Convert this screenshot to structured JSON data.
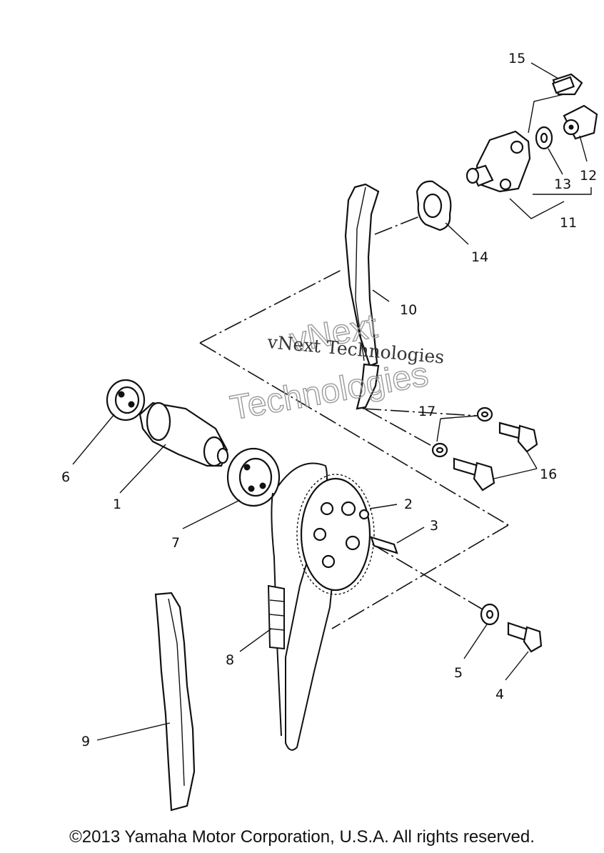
{
  "labels": {
    "p1": "1",
    "p2": "2",
    "p3": "3",
    "p4": "4",
    "p5": "5",
    "p6": "6",
    "p7": "7",
    "p8": "8",
    "p9": "9",
    "p10": "10",
    "p11": "11",
    "p12": "12",
    "p13": "13",
    "p14": "14",
    "p15": "15",
    "p16": "16",
    "p17": "17"
  },
  "watermark": {
    "line1": "vNext Technologies",
    "line2": "vNext",
    "line3": "Technologies"
  },
  "copyright": "©2013 Yamaha Motor Corporation, U.S.A. All rights reserved."
}
